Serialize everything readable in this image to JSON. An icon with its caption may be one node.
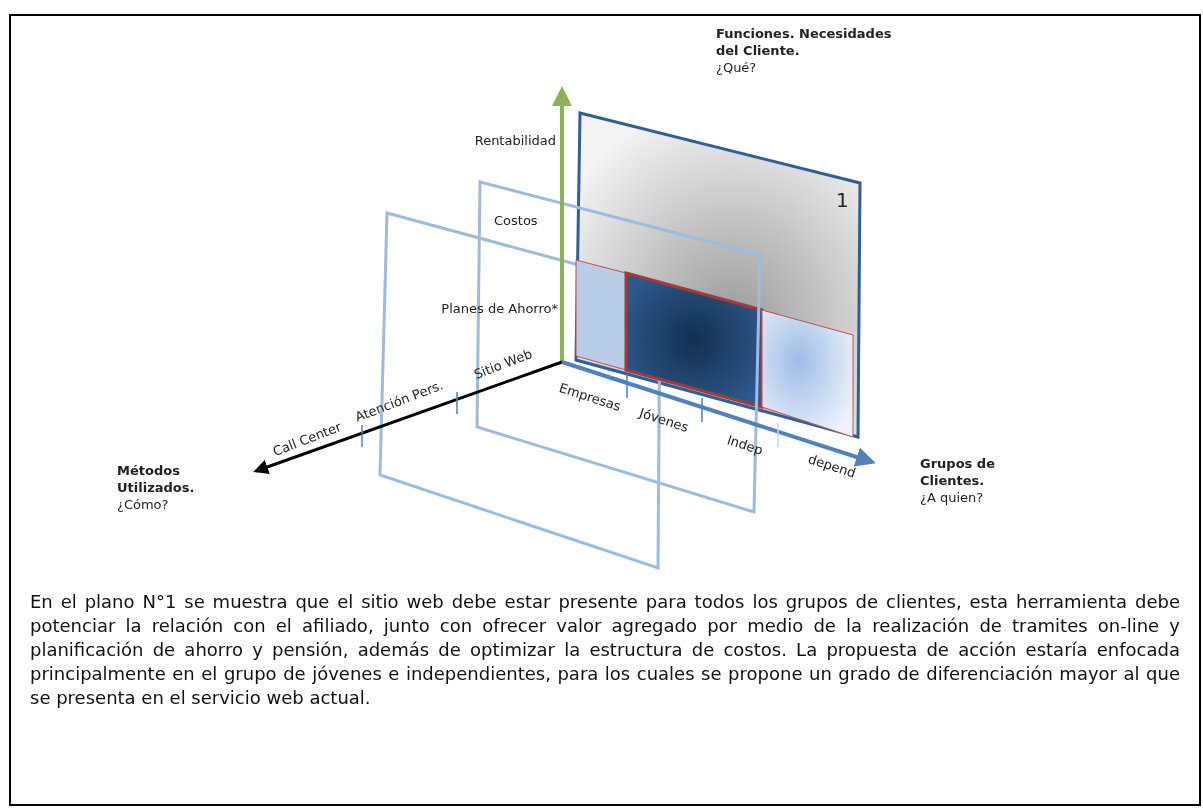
{
  "diagram": {
    "caption": "En el plano N°1 se muestra que el sitio web debe estar presente para todos los grupos de clientes, esta herramienta debe potenciar la relación con el afiliado, junto con ofrecer valor agregado por medio de la realización de tramites on-line y planificación de ahorro y pensión, además de optimizar la estructura de costos. La propuesta de acción estaría enfocada principalmente en el grupo de jóvenes e independientes, para los cuales se propone un grado de diferenciación mayor al que se presenta en el servicio web actual.",
    "labels": [
      "Funciones. Necesidades del Cliente.",
      "¿Qué?",
      "Rentabilidad",
      "1",
      "Costos",
      "Planes de Ahorro*",
      "Sitio Web",
      "Empresas",
      "Atención Pers.",
      "Jóvenes",
      "Call Center",
      "Indep",
      "Métodos Utilizados.",
      "Grupos de Clientes.",
      "depend",
      "¿Cómo?",
      "¿A quien?"
    ]
  }
}
